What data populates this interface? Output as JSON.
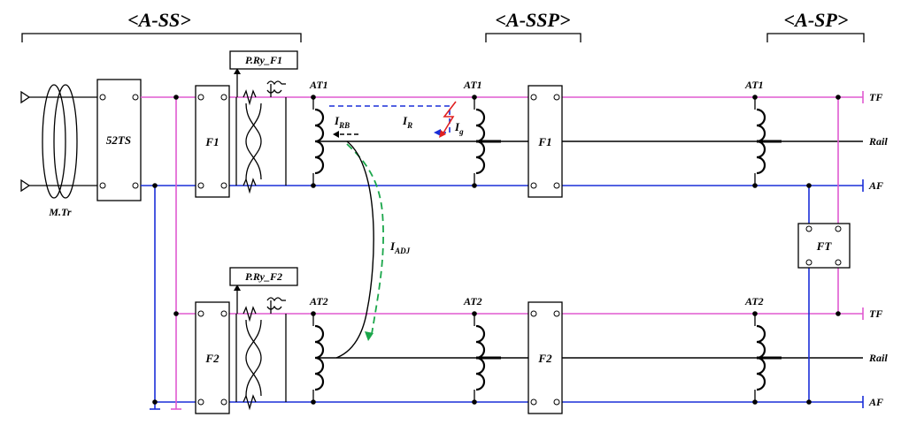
{
  "sections": {
    "ass": "<A-SS>",
    "assp": "<A-SSP>",
    "asp": "<A-SP>"
  },
  "equipment": {
    "mtr": "M.Tr",
    "ts": "52TS",
    "f1": "F1",
    "f2": "F2",
    "relay1": "P.Ry_F1",
    "relay2": "P.Ry_F2",
    "ssp_f1": "F1",
    "ssp_f2": "F2",
    "ft": "FT"
  },
  "transformers": {
    "at1": "AT1",
    "at2": "AT2"
  },
  "lines": {
    "tf": "TF",
    "rail": "Rail",
    "af": "AF"
  },
  "currents": {
    "irb_main": "I",
    "irb_sub": "RB",
    "ir_main": "I",
    "ir_sub": "R",
    "ig_main": "I",
    "ig_sub": "g",
    "iadj_main": "I",
    "iadj_sub": "ADJ"
  },
  "colors": {
    "tf": "#e05ad0",
    "af": "#1a2ed8",
    "ir": "#1a2ed8",
    "iadj": "#1aa64a",
    "ig": "#e02020"
  }
}
